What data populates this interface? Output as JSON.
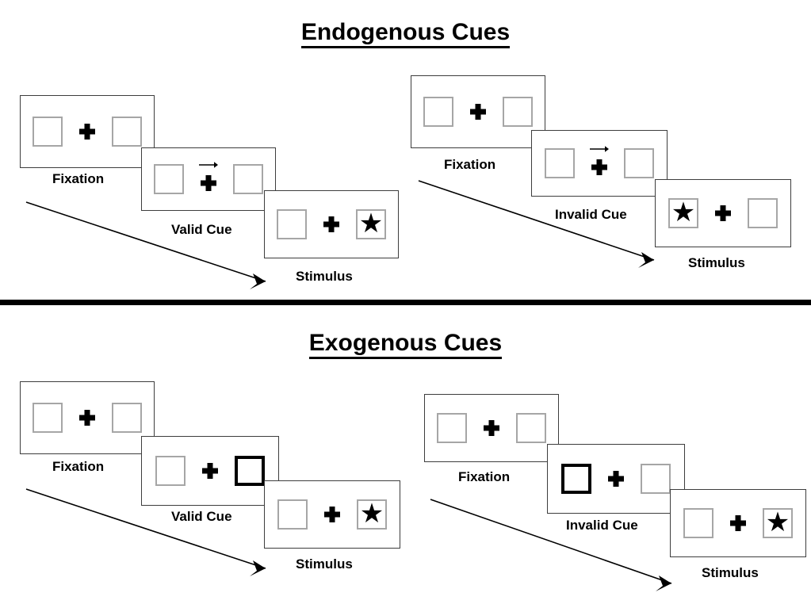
{
  "sections": [
    {
      "id": "endogenous",
      "title": "Endogenous Cues",
      "sequences": [
        {
          "id": "endogenous-valid",
          "frames": [
            {
              "caption": "Fixation",
              "cue": "none",
              "arrow": false,
              "star": "none"
            },
            {
              "caption": "Valid Cue",
              "cue": "none",
              "arrow": true,
              "arrow_direction": "right",
              "star": "none"
            },
            {
              "caption": "Stimulus",
              "cue": "none",
              "arrow": false,
              "star": "right"
            }
          ]
        },
        {
          "id": "endogenous-invalid",
          "frames": [
            {
              "caption": "Fixation",
              "cue": "none",
              "arrow": false,
              "star": "none"
            },
            {
              "caption": "Invalid Cue",
              "cue": "none",
              "arrow": true,
              "arrow_direction": "right",
              "star": "none"
            },
            {
              "caption": "Stimulus",
              "cue": "none",
              "arrow": false,
              "star": "left"
            }
          ]
        }
      ]
    },
    {
      "id": "exogenous",
      "title": "Exogenous Cues",
      "sequences": [
        {
          "id": "exogenous-valid",
          "frames": [
            {
              "caption": "Fixation",
              "cue": "none",
              "arrow": false,
              "star": "none"
            },
            {
              "caption": "Valid Cue",
              "cue": "right",
              "arrow": false,
              "star": "none"
            },
            {
              "caption": "Stimulus",
              "cue": "none",
              "arrow": false,
              "star": "right"
            }
          ]
        },
        {
          "id": "exogenous-invalid",
          "frames": [
            {
              "caption": "Fixation",
              "cue": "none",
              "arrow": false,
              "star": "none"
            },
            {
              "caption": "Invalid Cue",
              "cue": "left",
              "arrow": false,
              "star": "none"
            },
            {
              "caption": "Stimulus",
              "cue": "none",
              "arrow": false,
              "star": "right"
            }
          ]
        }
      ]
    }
  ],
  "glyphs": {
    "star": "★"
  },
  "colors": {
    "panel_border": "#3d3d3d",
    "box_border": "#a6a6a6",
    "cued_box_border": "#000000",
    "ink": "#000000",
    "background": "#ffffff"
  },
  "labels": {
    "endogenous_title": "Endogenous Cues",
    "exogenous_title": "Exogenous Cues",
    "fixation": "Fixation",
    "valid_cue": "Valid Cue",
    "invalid_cue": "Invalid Cue",
    "stimulus": "Stimulus"
  }
}
